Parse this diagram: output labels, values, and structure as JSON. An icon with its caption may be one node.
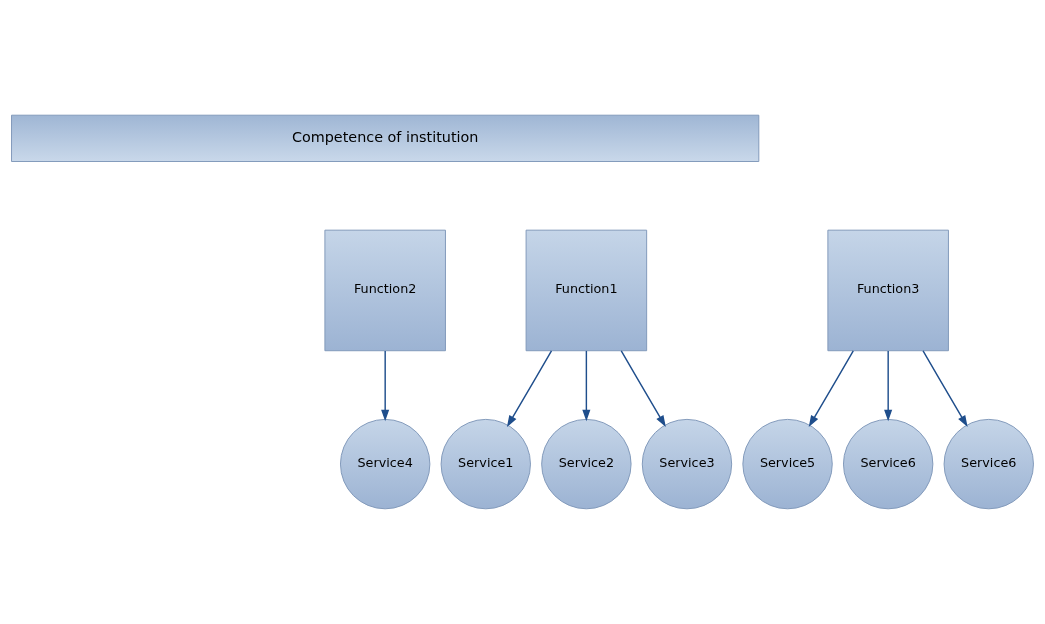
{
  "diagram": {
    "nodes": [
      {
        "text": [
          "Competence of institution"
        ]
      },
      {
        "text": [
          "Function1"
        ]
      },
      {
        "text": [
          "Function2"
        ]
      },
      {
        "text": [
          "Function3"
        ]
      },
      {
        "text": [
          "Service1"
        ]
      },
      {
        "text": [
          "Service2"
        ]
      },
      {
        "text": [
          "Service3"
        ]
      },
      {
        "text": [
          "Service4"
        ]
      },
      {
        "text": [
          "Service5"
        ]
      },
      {
        "text": [
          "Service6"
        ]
      },
      {
        "text": [
          "Service6"
        ]
      }
    ],
    "edges": [
      {
        "from": 1,
        "to": 4,
        "arrow": "to"
      },
      {
        "from": 1,
        "to": 5,
        "arrow": "to"
      },
      {
        "from": 1,
        "to": 6,
        "arrow": "to"
      },
      {
        "from": 2,
        "to": 7,
        "arrow": "to"
      },
      {
        "from": 3,
        "to": 8,
        "arrow": "to"
      },
      {
        "from": 3,
        "to": 9,
        "arrow": "to"
      },
      {
        "from": 3,
        "to": 10,
        "arrow": "to"
      }
    ]
  }
}
